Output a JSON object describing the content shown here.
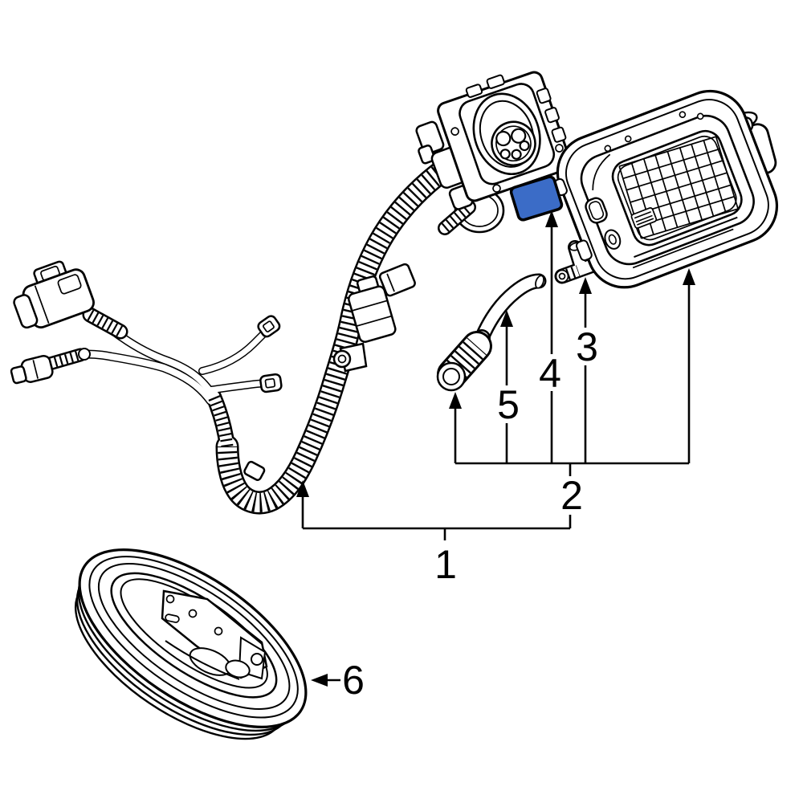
{
  "colors": {
    "background": "#ffffff",
    "line": "#000000",
    "highlight": "#3b6cc7"
  },
  "callouts": {
    "c1": {
      "label": "1"
    },
    "c2": {
      "label": "2"
    },
    "c3": {
      "label": "3"
    },
    "c4": {
      "label": "4"
    },
    "c5": {
      "label": "5"
    },
    "c6": {
      "label": "6"
    }
  }
}
